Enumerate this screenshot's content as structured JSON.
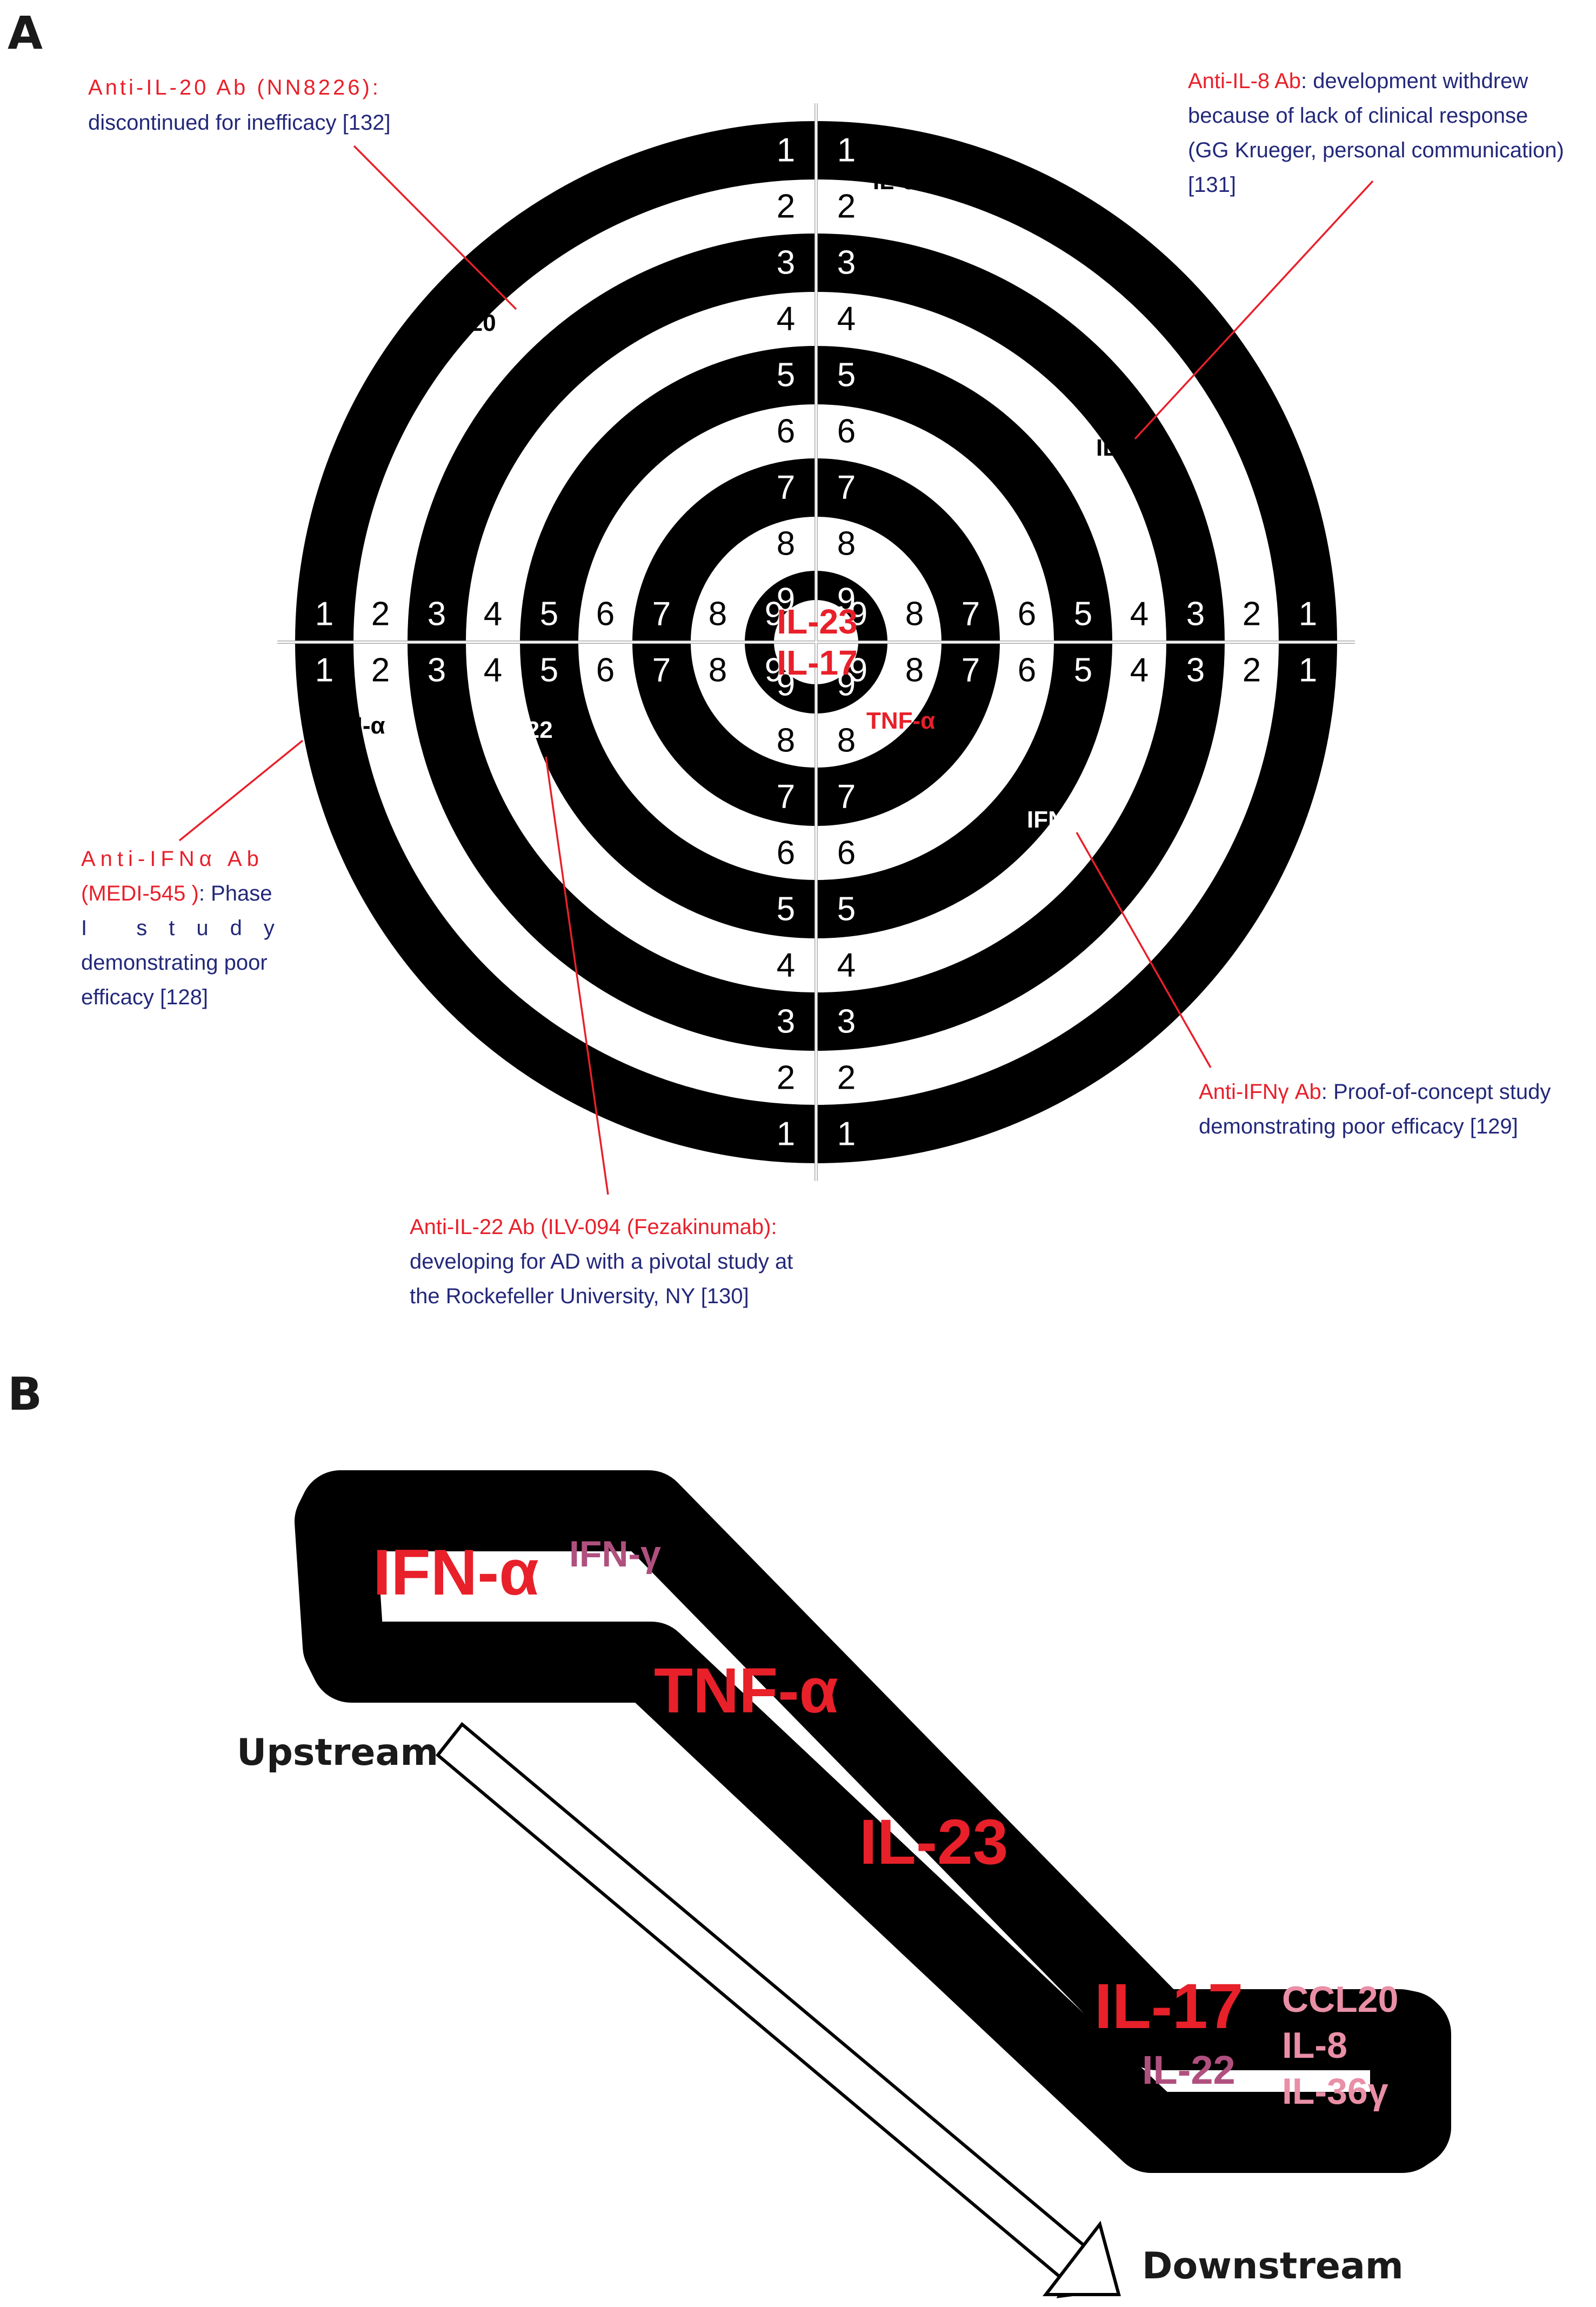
{
  "panel_a": {
    "label": "A",
    "center_labels": [
      "IL-23",
      "IL-17"
    ],
    "targets": {
      "il6": "IL-6",
      "il20": "IL-20",
      "il8": "IL-8",
      "ifna": "IFN-α",
      "il22": "IL-22",
      "tnfa": "TNF-α",
      "ifng": "IFN-γ"
    },
    "annotations": {
      "il20": {
        "line1_red": "Anti-IL-20 Ab (NN8226):",
        "line2_blue": "discontinued for inefficacy [132]"
      },
      "il8": {
        "line1_red": "Anti-IL-8 Ab",
        "line1_blue": ": development withdrew",
        "line2_blue": "because of lack of clinical response",
        "line3_blue": "(GG Krueger, personal communication)",
        "line4_blue": "[131]"
      },
      "ifna": {
        "line1_red": "Anti-IFNα Ab",
        "line2_red": "(MEDI-545 )",
        "line2_blue": ": Phase",
        "line3_blue": "I study",
        "line4_blue": "demonstrating poor",
        "line5_blue": "efficacy [128]"
      },
      "ifng": {
        "line1_red": "Anti-IFNγ Ab",
        "line1_blue": ": Proof-of-concept study",
        "line2_blue": "demonstrating poor efficacy [129]"
      },
      "il22": {
        "line1_red": "Anti-IL-22 Ab (ILV-094 (Fezakinumab):",
        "line2_blue": "developing for AD with a pivotal study at",
        "line3_blue": "the Rockefeller University, NY [130]"
      }
    }
  },
  "panel_b": {
    "label": "B",
    "main_cytokines": [
      "IFN-α",
      "TNF-α",
      "IL-23",
      "IL-17"
    ],
    "secondary": {
      "ifng": "IFN-γ",
      "il22": "IL-22"
    },
    "downstream_mediators": [
      "CCL20",
      "IL-8",
      "IL-36γ"
    ],
    "upstream_label": "Upstream",
    "downstream_label": "Downstream"
  },
  "colors": {
    "ring_dark": "#000000",
    "ring_light": "#ffffff",
    "primary_red": "#e8202a",
    "annotation_blue": "#23287a",
    "secondary_mauve": "#b0507e",
    "mediator_pink": "#e98fa6"
  }
}
